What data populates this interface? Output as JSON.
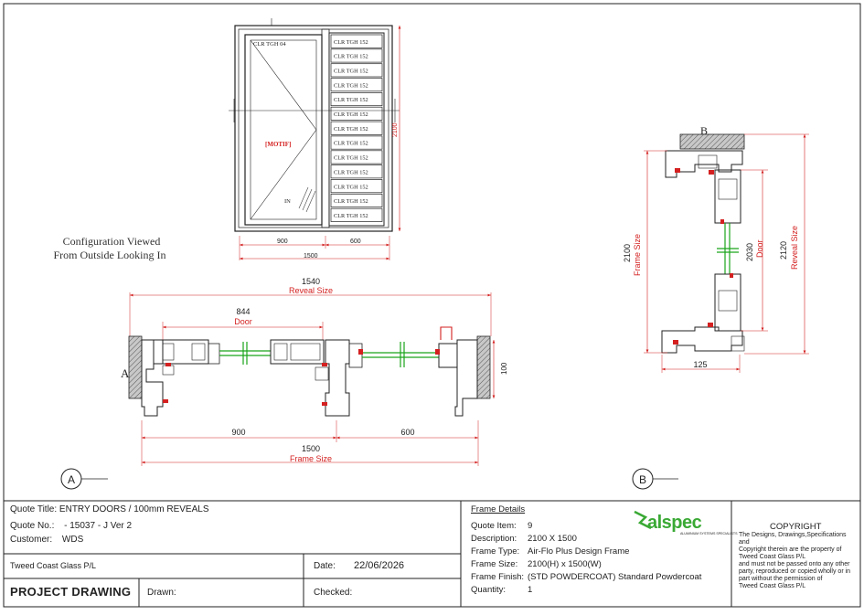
{
  "top_view": {
    "panel_labels": [
      "CLR TGH 04",
      "CLR TGH 152",
      "CLR TGH 152",
      "CLR TGH 152",
      "CLR TGH 152",
      "CLR TGH 152",
      "CLR TGH 152",
      "CLR TGH 152",
      "CLR TGH 152",
      "CLR TGH 152",
      "CLR TGH 152",
      "CLR TGH 152",
      "CLR TGH 152",
      "CLR TGH 152"
    ],
    "motif": "[MOTIF]",
    "in_label": "IN",
    "dim_height": "2100",
    "dim_left": "900",
    "dim_right": "600",
    "dim_total": "1500"
  },
  "config_note": [
    "Configuration Viewed",
    "From Outside Looking In"
  ],
  "plan_view": {
    "reveal_value": "1540",
    "reveal_label": "Reveal Size",
    "door_value": "844",
    "door_label": "Door",
    "dim_left": "900",
    "dim_right": "600",
    "frame_value": "1500",
    "frame_label": "Frame Size",
    "depth": "100",
    "section_letter": "A"
  },
  "section_view": {
    "section_letter": "B",
    "frame_value": "2100",
    "frame_label": "Frame Size",
    "door_value": "2030",
    "door_label": "Door",
    "reveal_value": "2120",
    "reveal_label": "Reveal Size",
    "depth": "125"
  },
  "markers": {
    "a": "A",
    "b": "B"
  },
  "title_block": {
    "quote_title_label": "Quote Title:",
    "quote_title": "ENTRY DOORS / 100mm REVEALS",
    "quote_no_label": "Quote No.:",
    "quote_no": "- 15037 - J Ver 2",
    "customer_label": "Customer:",
    "customer": "WDS",
    "company": "Tweed Coast Glass P/L",
    "date_label": "Date:",
    "date": "22/06/2026",
    "drawing_type": "PROJECT DRAWING",
    "drawn_label": "Drawn:",
    "checked_label": "Checked:",
    "frame_details_heading": "Frame Details",
    "quote_item_label": "Quote Item:",
    "quote_item": "9",
    "description_label": "Description:",
    "description": "2100 X 1500",
    "frame_type_label": "Frame Type:",
    "frame_type": "Air-Flo Plus Design Frame",
    "frame_size_label": "Frame Size:",
    "frame_size": "2100(H) x 1500(W)",
    "frame_finish_label": "Frame Finish:",
    "frame_finish": "(STD POWDERCOAT) Standard Powdercoat",
    "quantity_label": "Quantity:",
    "quantity": "1",
    "logo_text": "alspec",
    "logo_sub": "ALUMINIUM SYSTEMS SPECIALISTS",
    "copyright_heading": "COPYRIGHT",
    "copyright_lines": [
      "The Designs, Drawings,Specifications and",
      "Copyright therein are the property of",
      "Tweed Coast Glass P/L",
      "and must not be passed onto any other",
      "party, reproduced or copied wholly or in",
      "part   without   the   permission   of",
      "Tweed Coast Glass P/L"
    ]
  },
  "colors": {
    "dimension": "#d42020",
    "glass": "#1aa51a",
    "logo_green": "#3aa935",
    "line": "#222222"
  }
}
